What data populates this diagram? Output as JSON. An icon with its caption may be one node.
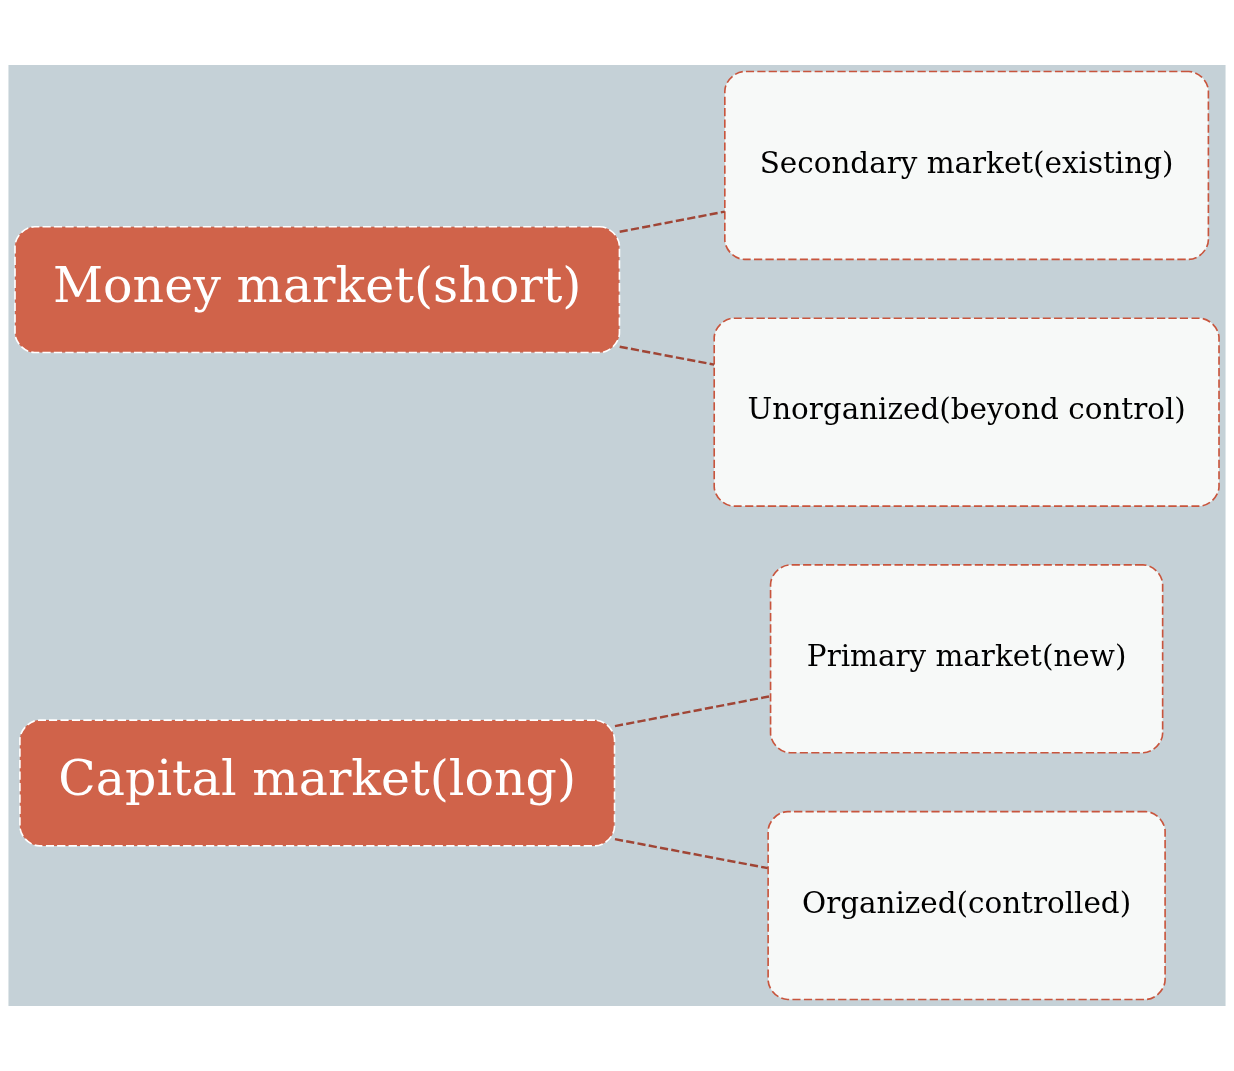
{
  "diagram": {
    "nodes": [
      {
        "text": [
          "Capital market(long)"
        ]
      },
      {
        "text": [
          "Primary market(new)"
        ]
      },
      {
        "text": [
          "Organized(controlled)"
        ]
      },
      {
        "text": [
          "Money market(short)"
        ]
      },
      {
        "text": [
          "Secondary market(existing)"
        ]
      },
      {
        "text": [
          "Unorganized(beyond control)"
        ]
      }
    ],
    "edges": [
      {
        "from": 0,
        "to": 1,
        "arrow": "none"
      },
      {
        "from": 0,
        "to": 2,
        "arrow": "none"
      },
      {
        "from": 3,
        "to": 4,
        "arrow": "none"
      },
      {
        "from": 3,
        "to": 5,
        "arrow": "none"
      }
    ]
  }
}
